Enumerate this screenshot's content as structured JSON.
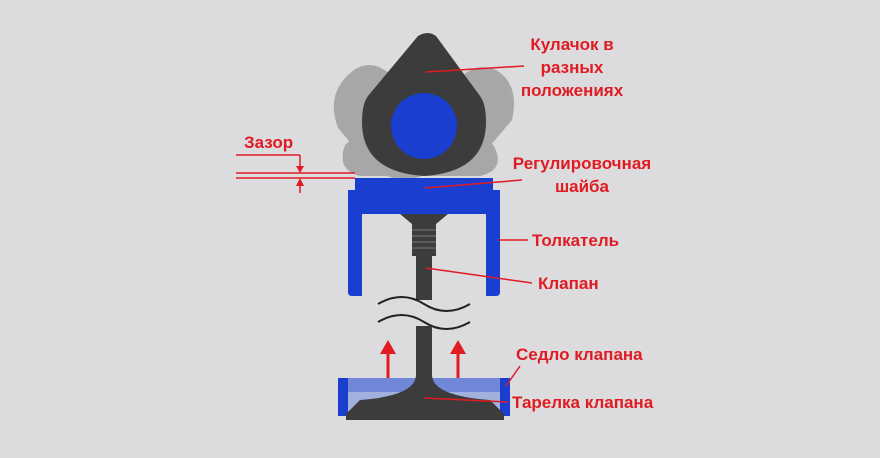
{
  "labels": {
    "cam_line1": "Кулачок в",
    "cam_line2": "разных",
    "cam_line3": "положениях",
    "shim_line1": "Регулировочная",
    "shim_line2": "шайба",
    "tappet": "Толкатель",
    "valve": "Клапан",
    "seat": "Седло клапана",
    "head": "Тарелка клапана",
    "gap": "Зазор"
  },
  "colors": {
    "background": "#dcdcde",
    "label": "#e01b22",
    "blue": "#1a3fd0",
    "cam": "#3c3c3c",
    "ghost": "#7d7d7d"
  }
}
